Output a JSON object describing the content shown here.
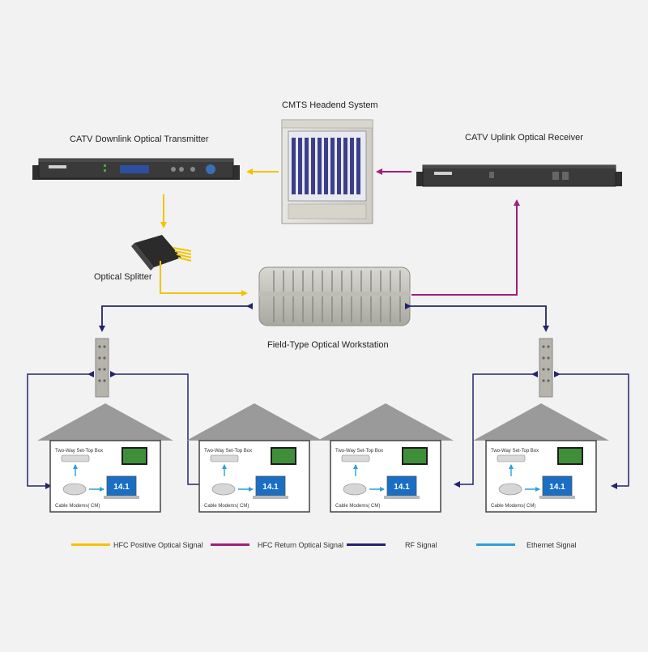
{
  "labels": {
    "cmts": "CMTS Headend System",
    "transmitter": "CATV Downlink Optical Transmitter",
    "receiver": "CATV Uplink Optical Receiver",
    "splitter": "Optical Splitter",
    "workstation": "Field-Type Optical Workstation"
  },
  "house": {
    "stb_label": "Two-Way Set-Top Box",
    "cm_label": "Cable Modems( CM)",
    "laptop_screen": "14.1"
  },
  "legend": [
    {
      "label": "HFC Positive Optical Signal",
      "color": "#f2c300"
    },
    {
      "label": "HFC Return Optical Signal",
      "color": "#a01f7a"
    },
    {
      "label": "RF Signal",
      "color": "#23246e"
    },
    {
      "label": "Ethernet Signal",
      "color": "#2e9fd8"
    }
  ],
  "colors": {
    "positive": "#f2c300",
    "return": "#a01f7a",
    "rf": "#23246e",
    "ethernet": "#2e9fd8",
    "roof": "#9a9a9a"
  }
}
